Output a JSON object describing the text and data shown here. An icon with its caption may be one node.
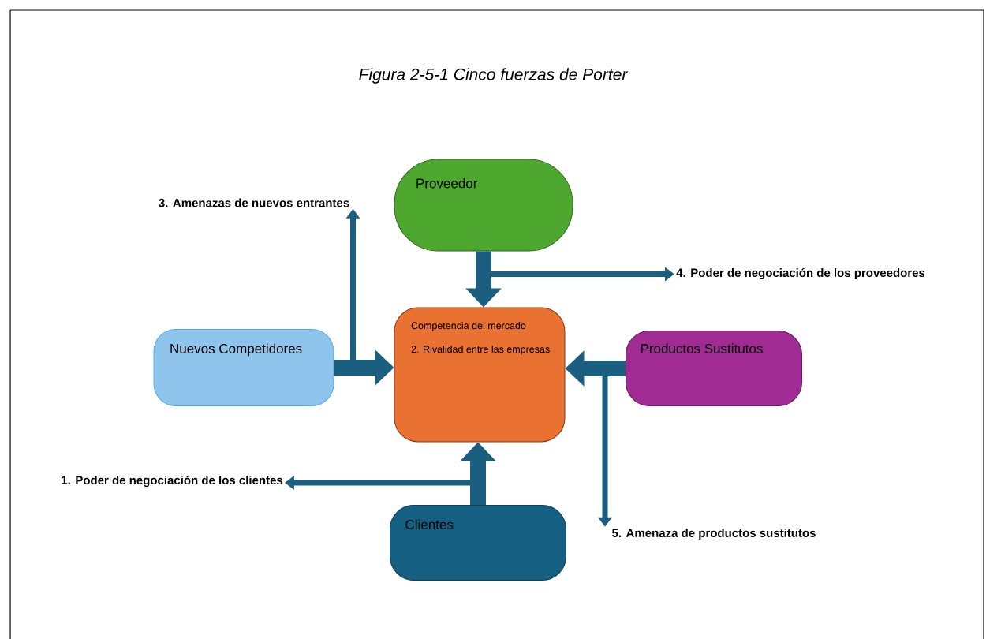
{
  "diagram": {
    "title": "Figura 2-5-1 Cinco fuerzas de Porter",
    "nodes": [
      {
        "text": [
          "Proveedor"
        ]
      },
      {
        "text": [
          "Nuevos Competidores"
        ]
      },
      {
        "text": [
          "Competencia del mercado",
          "2. Rivalidad entre las empresas"
        ]
      },
      {
        "text": [
          "Productos Sustitutos"
        ]
      },
      {
        "text": [
          "Clientes"
        ]
      },
      {
        "text": [
          "3. Amenazas de nuevos entrantes"
        ]
      },
      {
        "text": [
          "4. Poder de negociación de los proveedores"
        ]
      },
      {
        "text": [
          "1. Poder de negociación de los clientes"
        ]
      },
      {
        "text": [
          "5. Amenaza de productos sustitutos"
        ]
      }
    ],
    "edges": [
      {
        "from": 0,
        "to": 2,
        "arrow": "to",
        "style": "thick"
      },
      {
        "from": 1,
        "to": 2,
        "arrow": "to",
        "style": "thick"
      },
      {
        "from": 3,
        "to": 2,
        "arrow": "to",
        "style": "thick"
      },
      {
        "from": 4,
        "to": 2,
        "arrow": "to",
        "style": "thick"
      },
      {
        "from": 1,
        "to": 5,
        "arrow": "to"
      },
      {
        "from": 0,
        "to": 6,
        "arrow": "to"
      },
      {
        "from": 4,
        "to": 7,
        "arrow": "to"
      },
      {
        "from": 3,
        "to": 8,
        "arrow": "to"
      }
    ]
  }
}
